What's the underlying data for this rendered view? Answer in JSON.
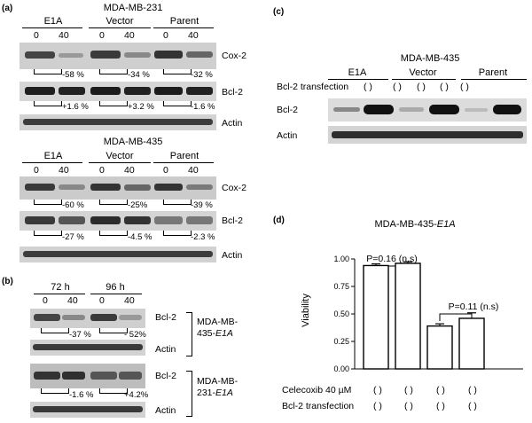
{
  "panel_a": {
    "label": "(a)",
    "blot_top": {
      "title": "MDA-MB-231",
      "groups": [
        "E1A",
        "Vector",
        "Parent"
      ],
      "lanes": [
        "0",
        "40",
        "0",
        "40",
        "0",
        "40"
      ],
      "bands": [
        "Cox-2",
        "Bcl-2",
        "Actin"
      ],
      "cox_pct": [
        "-58 %",
        "-34 %",
        "-32 %"
      ],
      "bcl_pct": [
        "+1.6 %",
        "+3.2 %",
        "-1.6 %"
      ]
    },
    "blot_bottom": {
      "title": "MDA-MB-435",
      "groups": [
        "E1A",
        "Vector",
        "Parent"
      ],
      "lanes": [
        "0",
        "40",
        "0",
        "40",
        "0",
        "40"
      ],
      "bands": [
        "Cox-2",
        "Bcl-2",
        "Actin"
      ],
      "cox_pct": [
        "-60 %",
        "-25%",
        "-39 %"
      ],
      "bcl_pct": [
        "-27 %",
        "-4.5 %",
        "-2.3 %"
      ]
    }
  },
  "panel_b": {
    "label": "(b)",
    "times": [
      "72 h",
      "96 h"
    ],
    "lanes": [
      "0",
      "40",
      "0",
      "40"
    ],
    "top": {
      "bands": [
        "Bcl-2",
        "Actin"
      ],
      "pct": [
        "-37 %",
        "- 52%"
      ],
      "cell_a": "MDA-MB-",
      "cell_b": "435-",
      "cell_c": "E1A"
    },
    "bottom": {
      "bands": [
        "Bcl-2",
        "Actin"
      ],
      "pct": [
        "-1.6 %",
        "+4.2%"
      ],
      "cell_a": "MDA-MB-",
      "cell_b": "231-",
      "cell_c": "E1A"
    }
  },
  "panel_c": {
    "label": "(c)",
    "title": "MDA-MB-435",
    "groups": [
      "E1A",
      "Vector",
      "Parent"
    ],
    "row_label": "Bcl-2 transfection",
    "marks": [
      "( )",
      "( )",
      "( )",
      "( )",
      "( )"
    ],
    "bands": [
      "Bcl-2",
      "Actin"
    ]
  },
  "panel_d": {
    "label": "(d)",
    "title_a": "MDA-MB-435-",
    "title_b": "E1A",
    "stats": [
      "P=0.16 (n.s)",
      "P=0.11 (n.s)"
    ],
    "row_labels": [
      "Celecoxib 40 µM",
      "Bcl-2 transfection"
    ],
    "row1_marks": [
      "( )",
      "( )",
      "( )",
      "( )"
    ],
    "row2_marks": [
      "( )",
      "( )",
      "( )",
      "( )"
    ]
  },
  "chart_data": {
    "type": "bar",
    "title": "MDA-MB-435-E1A",
    "ylabel": "Viability",
    "xlabel": "",
    "ylim": [
      0,
      1
    ],
    "yticks": [
      "0.00",
      "0.25",
      "0.50",
      "0.75",
      "1.00"
    ],
    "values": [
      0.94,
      0.96,
      0.39,
      0.46
    ],
    "errors": [
      0.015,
      0.015,
      0.02,
      0.05
    ]
  }
}
